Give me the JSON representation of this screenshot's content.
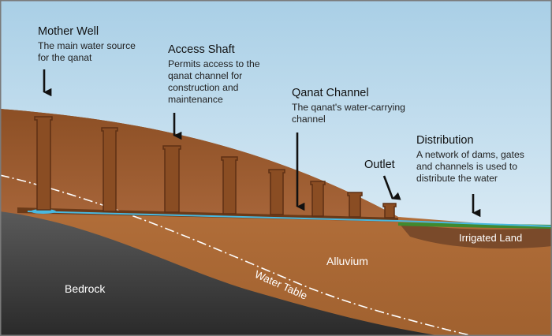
{
  "labels": {
    "mother_well": {
      "title": "Mother Well",
      "desc": [
        "The main water source",
        "for the qanat"
      ]
    },
    "access_shaft": {
      "title": "Access Shaft",
      "desc": [
        "Permits access to the",
        "qanat channel for",
        "construction and",
        "maintenance"
      ]
    },
    "qanat_channel": {
      "title": "Qanat Channel",
      "desc": [
        "The qanat's water-carrying",
        "channel"
      ]
    },
    "outlet": {
      "title": "Outlet"
    },
    "distribution": {
      "title": "Distribution",
      "desc": [
        "A network of dams, gates",
        "and channels is used to",
        "distribute the water"
      ]
    },
    "irrigated_land": "Irrigated Land",
    "alluvium": "Alluvium",
    "water_table": "Water Table",
    "bedrock": "Bedrock"
  },
  "colors": {
    "sky_top": "#a9cfe6",
    "sky_bottom": "#eef6fb",
    "earth_light": "#b4703b",
    "earth_dark": "#8a4d23",
    "bedrock_top": "#5a5a5a",
    "bedrock_bottom": "#2a2a2a",
    "water": "#49b9e0",
    "grass": "#3f8a2f",
    "frame": "#7a7a7a"
  }
}
